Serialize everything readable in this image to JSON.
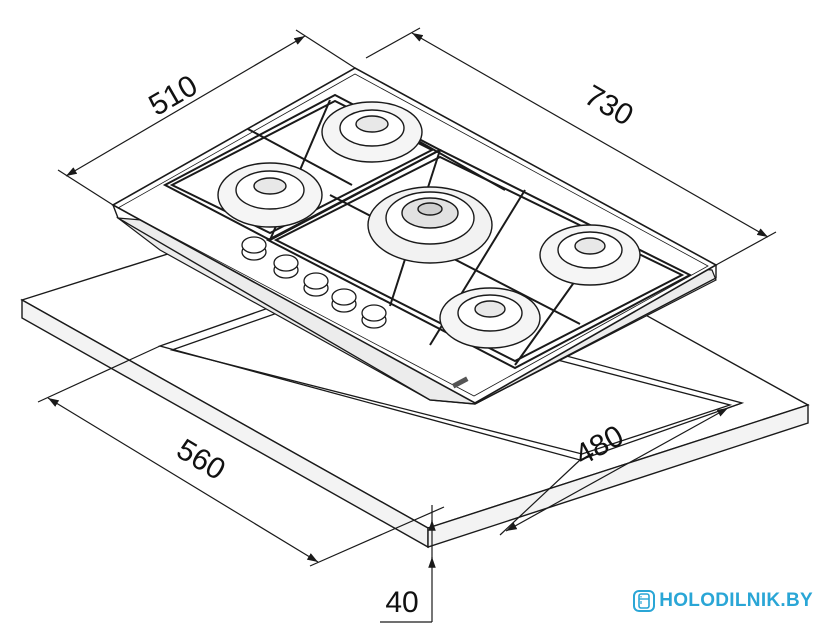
{
  "dimensions": {
    "hob_depth": "510",
    "hob_width": "730",
    "cutout_depth": "560",
    "cutout_width": "480",
    "countertop_thickness": "40"
  },
  "watermark": {
    "text": "HOLODILNIK.BY",
    "color": "#2aa6d6"
  },
  "colors": {
    "line": "#1a1a1a",
    "countertop_top": "#ffffff",
    "countertop_side": "#f2f2f2"
  }
}
